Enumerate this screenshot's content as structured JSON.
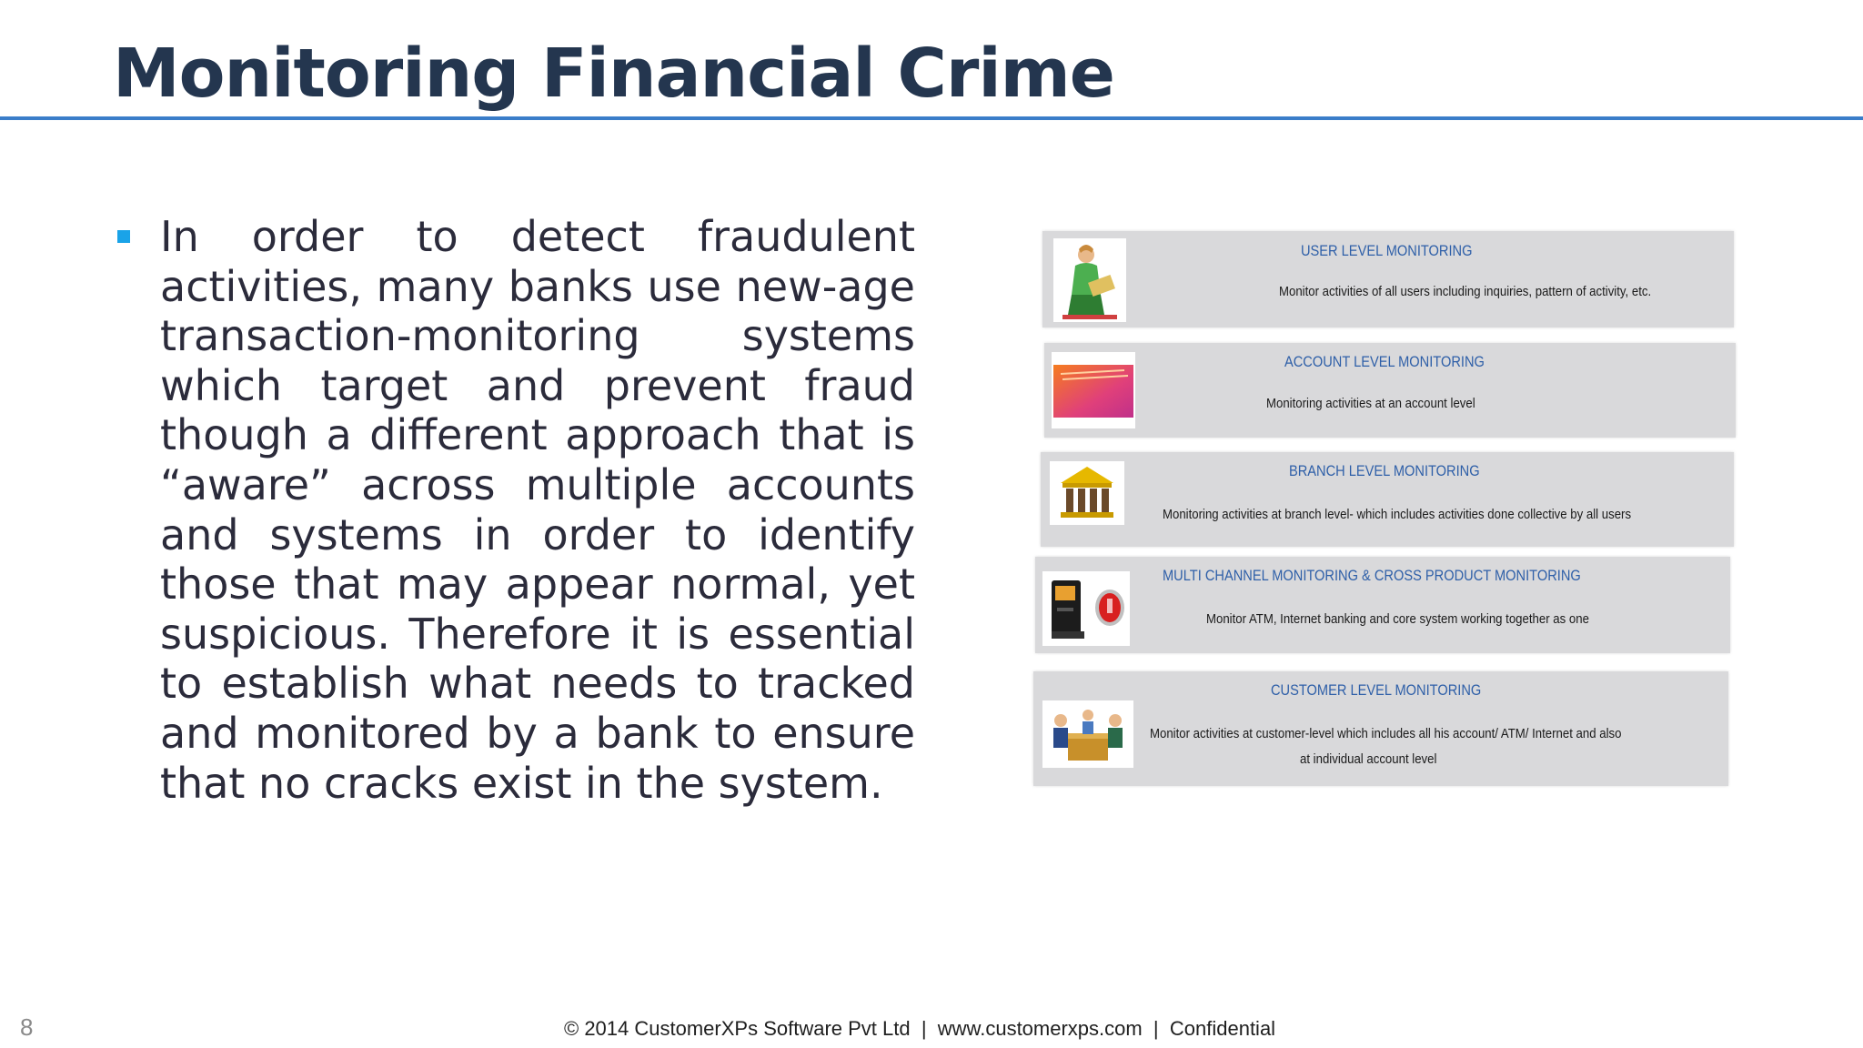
{
  "slide": {
    "title": "Monitoring Financial Crime",
    "body": "In order to detect fraudulent activities, many banks use new-age transaction-monitoring systems which target and prevent fraud though a different approach that is “aware” across multiple accounts and systems in order to identify those that may appear normal, yet suspicious. Therefore it is essential to establish what needs to tracked and monitored by a bank to ensure that no cracks exist in the system.",
    "accent_color": "#3a7dc9",
    "bullet_color": "#1aa3e8",
    "title_color": "#24364f"
  },
  "panels": [
    {
      "title": "USER LEVEL MONITORING",
      "description": "Monitor activities of all users including inquiries, pattern of activity, etc.",
      "icon": "user-figure-icon"
    },
    {
      "title": "ACCOUNT LEVEL MONITORING",
      "description": "Monitoring activities at an account level",
      "icon": "account-card-icon"
    },
    {
      "title": "BRANCH LEVEL MONITORING",
      "description": "Monitoring activities at branch level- which includes activities done collective by all users",
      "icon": "bank-building-icon"
    },
    {
      "title": "MULTI CHANNEL MONITORING & CROSS PRODUCT MONITORING",
      "description": "Monitor ATM, Internet banking and core system working together as one",
      "icon": "atm-machine-icon"
    },
    {
      "title": "CUSTOMER LEVEL MONITORING",
      "description_line1": "Monitor activities at customer-level which includes all his account/ ATM/ Internet and also",
      "description_line2": "at individual account level",
      "icon": "customer-meeting-icon"
    }
  ],
  "footer": {
    "page_number": "8",
    "text": "© 2014 CustomerXPs Software Pvt Ltd  |  www.customerxps.com  |  Confidential"
  }
}
